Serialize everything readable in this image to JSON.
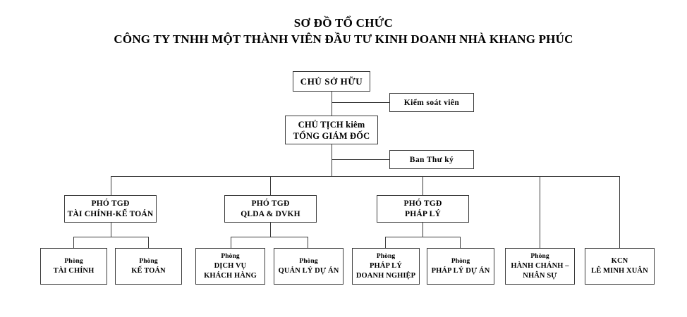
{
  "title": {
    "line1": "SƠ ĐỒ TỔ CHỨC",
    "line2": "CÔNG TY TNHH MỘT THÀNH VIÊN ĐẦU TƯ KINH DOANH NHÀ KHANG PHÚC"
  },
  "nodes": {
    "owner": {
      "line1": "CHỦ SỞ HỮU"
    },
    "controller": {
      "line1": "Kiểm soát viên"
    },
    "chairman": {
      "line1": "CHỦ TỊCH kiêm",
      "line2": "TỔNG GIÁM ĐỐC"
    },
    "secretary": {
      "line1": "Ban Thư ký"
    },
    "vp_finance": {
      "line1": "PHÓ TGĐ",
      "line2": "TÀI CHÍNH-KẾ TOÁN"
    },
    "vp_project": {
      "line1": "PHÓ TGĐ",
      "line2": "QLDA & DVKH"
    },
    "vp_legal": {
      "line1": "PHÓ TGĐ",
      "line2": "PHÁP LÝ"
    },
    "dept_finance": {
      "line1": "Phòng",
      "line2": "TÀI CHÍNH"
    },
    "dept_accounting": {
      "line1": "Phòng",
      "line2": "KẾ TOÁN"
    },
    "dept_customer": {
      "line1": "Phòng",
      "line2": "DỊCH VỤ",
      "line3": "KHÁCH HÀNG"
    },
    "dept_pm": {
      "line1": "Phòng",
      "line2": "QUẢN LÝ DỰ ÁN"
    },
    "dept_legal_corp": {
      "line1": "Phòng",
      "line2": "PHÁP LÝ",
      "line3": "DOANH NGHIỆP"
    },
    "dept_legal_proj": {
      "line1": "Phòng",
      "line2": "PHÁP LÝ DỰ ÁN"
    },
    "dept_hr": {
      "line1": "Phòng",
      "line2": "HÀNH CHÁNH –",
      "line3": "NHÂN SỰ"
    },
    "dept_kcn": {
      "line1": "KCN",
      "line2": "LÊ MINH XUÂN"
    }
  },
  "colors": {
    "line": "#3b3b3b",
    "text": "#000000",
    "background": "#ffffff"
  }
}
